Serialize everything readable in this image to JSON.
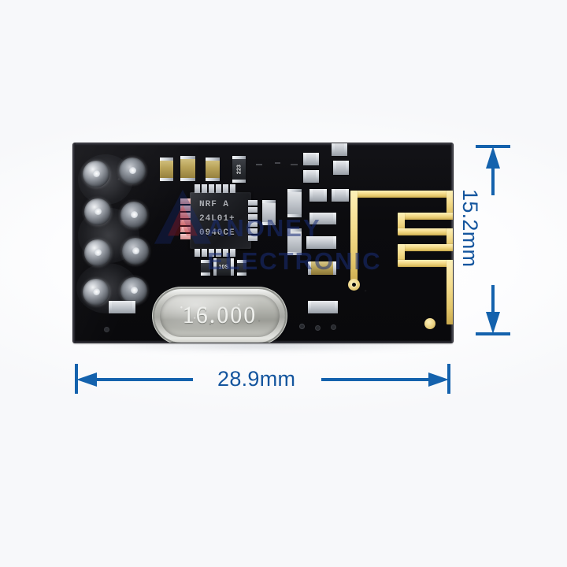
{
  "scene": {
    "background_color": "#ffffff",
    "subject": "nrf24l01-wireless-module-photo"
  },
  "pcb": {
    "solder_mask_color": "#0b0b0e",
    "gold_color": "#f2dc93"
  },
  "ic": {
    "line1": "NRF  A",
    "line2": "24L01+",
    "line3": "0940CE"
  },
  "crystal": {
    "frequency_label": "16.000"
  },
  "components": {
    "resistor_223": "223",
    "diode_10s": "10S"
  },
  "watermark": {
    "line1": "ANONEY",
    "line2": "ELECTRONIC"
  },
  "dimensions": {
    "width": {
      "label": "28.9mm",
      "value": 28.9,
      "unit": "mm",
      "axis": "horizontal"
    },
    "height": {
      "label": "15.2mm",
      "value": 15.2,
      "unit": "mm",
      "axis": "vertical"
    },
    "line_color": "#1462ad",
    "text_color": "#14559e"
  }
}
